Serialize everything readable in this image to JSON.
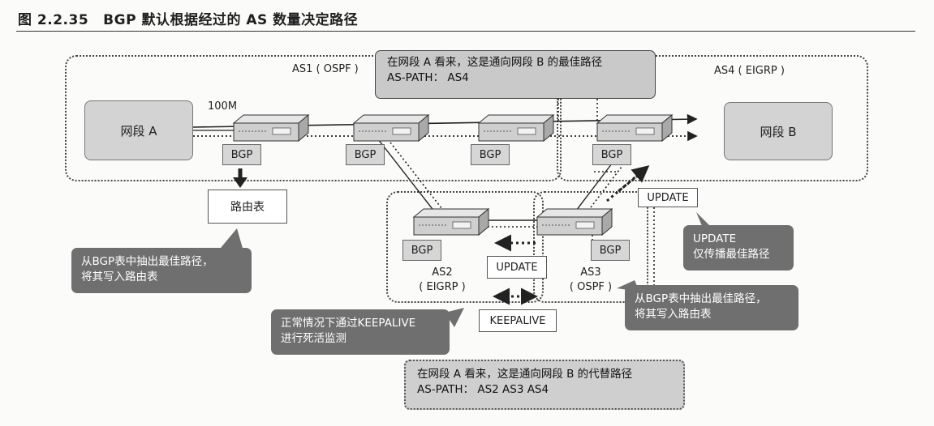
{
  "figure": {
    "number": "图 2.2.35",
    "title": "BGP 默认根据经过的 AS 数量决定路径"
  },
  "as_labels": {
    "as1": "AS1 ( OSPF )",
    "as4": "AS4 ( EIGRP )",
    "as2_name": "AS2",
    "as2_protocol": "( EIGRP )",
    "as3_name": "AS3",
    "as3_protocol": "( OSPF )"
  },
  "segments": {
    "a": "网段 A",
    "b": "网段 B"
  },
  "link_speed": "100M",
  "bgp_label": "BGP",
  "routing_table": "路由表",
  "messages": {
    "update_as4": "UPDATE",
    "update_as2_as3": "UPDATE",
    "keepalive": "KEEPALIVE"
  },
  "callouts": {
    "best_path": [
      "在网段 A 看来，这是通向网段 B 的最佳路径",
      "AS-PATH： AS4"
    ],
    "alt_path": [
      "在网段 A 看来，这是通向网段 B 的代替路径",
      "AS-PATH： AS2 AS3 AS4"
    ],
    "extract_left": [
      "从BGP表中抽出最佳路径，",
      "将其写入路由表"
    ],
    "extract_right": [
      "从BGP表中抽出最佳路径，",
      "将其写入路由表"
    ],
    "update_best": [
      "UPDATE",
      "仅传播最佳路径"
    ],
    "keepalive_note": [
      "正常情况下通过KEEPALIVE",
      "进行死活监测"
    ]
  },
  "colors": {
    "callout_dark": "#6f6f6f",
    "callout_light": "#c9c9c9",
    "segment_fill": "#d3d3d3",
    "router_body": "#cfcfcf",
    "line": "#222222"
  },
  "icons": [
    "router-icon",
    "down-arrow-icon"
  ]
}
